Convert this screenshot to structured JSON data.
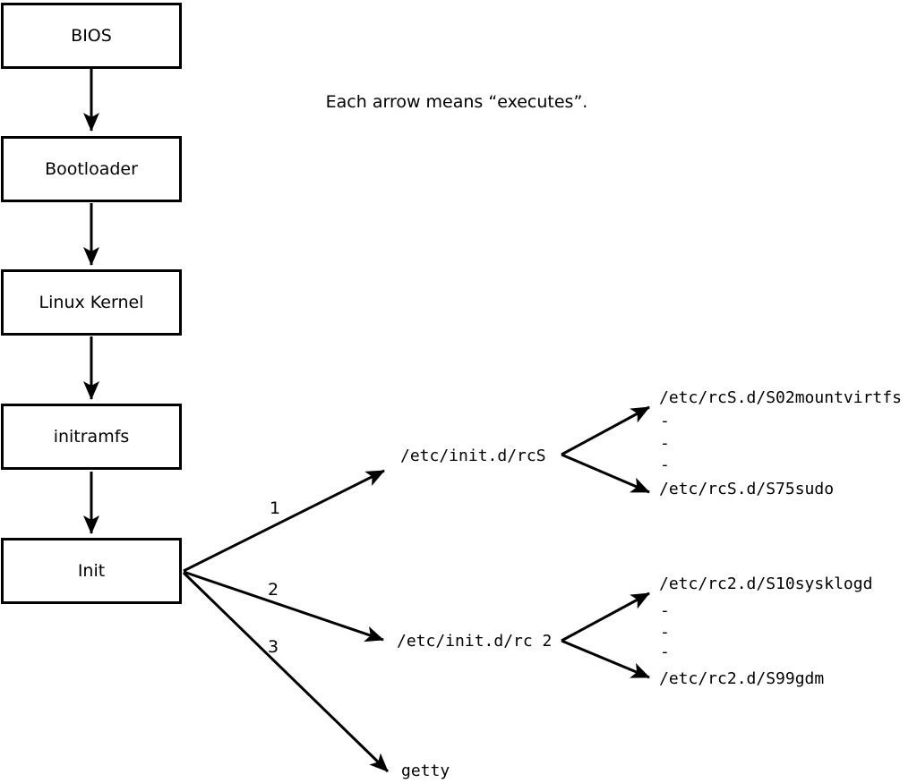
{
  "caption": "Each arrow means “executes”.",
  "colors": {
    "foreground": "#000000",
    "background": "#ffffff"
  },
  "nodes": [
    {
      "label": "BIOS"
    },
    {
      "label": "Bootloader"
    },
    {
      "label": "Linux Kernel"
    },
    {
      "label": "initramfs"
    },
    {
      "label": "Init"
    }
  ],
  "branches": [
    {
      "number": "1",
      "label": "/etc/init.d/rcS"
    },
    {
      "number": "2",
      "label": "/etc/init.d/rc 2"
    },
    {
      "number": "3",
      "label": "getty"
    }
  ],
  "rcs_scripts": {
    "first": "/etc/rcS.d/S02mountvirtfs",
    "ellipsis": [
      "-",
      "-",
      "-"
    ],
    "last": "/etc/rcS.d/S75sudo"
  },
  "rc2_scripts": {
    "first": "/etc/rc2.d/S10sysklogd",
    "ellipsis": [
      "-",
      "-",
      "-"
    ],
    "last": "/etc/rc2.d/S99gdm"
  }
}
